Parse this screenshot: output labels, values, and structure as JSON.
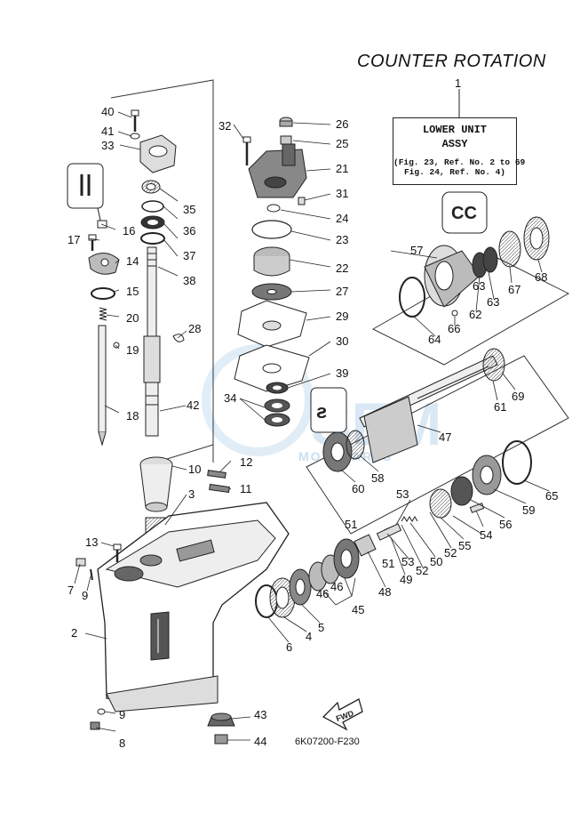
{
  "diagram": {
    "title": "COUNTER ROTATION",
    "assembly_box": {
      "line1": "LOWER UNIT",
      "line2": "ASSY",
      "line3": "(Fig. 23, Ref. No. 2 to 69",
      "line4": "Fig. 24, Ref. No. 4)"
    },
    "drawing_code": "6K07200-F230",
    "fwd_arrow_label": "FWD",
    "watermark": {
      "text": "MOTOPARTS",
      "color": "#9fc6e6"
    },
    "callouts": [
      "1",
      "2",
      "3",
      "4",
      "5",
      "6",
      "7",
      "8",
      "9",
      "9",
      "10",
      "11",
      "12",
      "13",
      "14",
      "15",
      "16",
      "17",
      "18",
      "19",
      "20",
      "21",
      "22",
      "23",
      "24",
      "25",
      "26",
      "27",
      "28",
      "29",
      "30",
      "31",
      "32",
      "33",
      "34",
      "35",
      "36",
      "37",
      "38",
      "39",
      "40",
      "41",
      "42",
      "43",
      "44",
      "45",
      "46",
      "46",
      "47",
      "48",
      "49",
      "50",
      "51",
      "51",
      "52",
      "52",
      "53",
      "53",
      "54",
      "55",
      "56",
      "57",
      "58",
      "59",
      "60",
      "61",
      "62",
      "63",
      "63",
      "64",
      "65",
      "66",
      "67",
      "68",
      "69"
    ]
  }
}
